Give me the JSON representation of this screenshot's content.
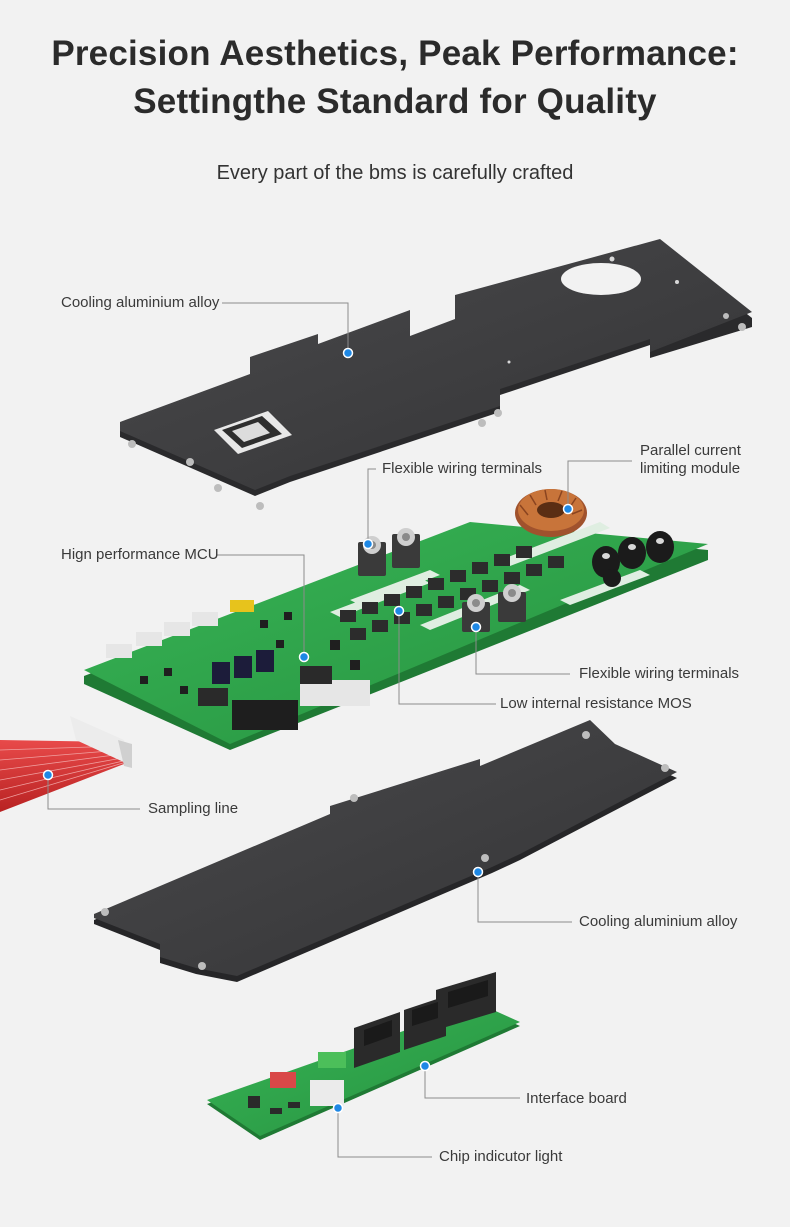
{
  "header": {
    "title_line1": "Precision Aesthetics, Peak Performance:",
    "title_line2": "Settingthe Standard for Quality",
    "subtitle": "Every part of the bms is carefully crafted"
  },
  "callouts": {
    "cooling_top": "Cooling aluminium alloy",
    "flexible_top": "Flexible wiring terminals",
    "parallel_line1": "Parallel current",
    "parallel_line2": "limiting module",
    "mcu": "Hign performance MCU",
    "flexible_right": "Flexible wiring terminals",
    "mos": "Low internal resistance MOS",
    "sampling": "Sampling line",
    "cooling_bottom": "Cooling aluminium alloy",
    "interface": "Interface board",
    "chip_light": "Chip indicutor light"
  },
  "colors": {
    "background": "#f2f2f2",
    "plate": "#3d3d3f",
    "pcb": "#2fa64a",
    "marker": "#1e88e5",
    "cable": "#d93030"
  }
}
